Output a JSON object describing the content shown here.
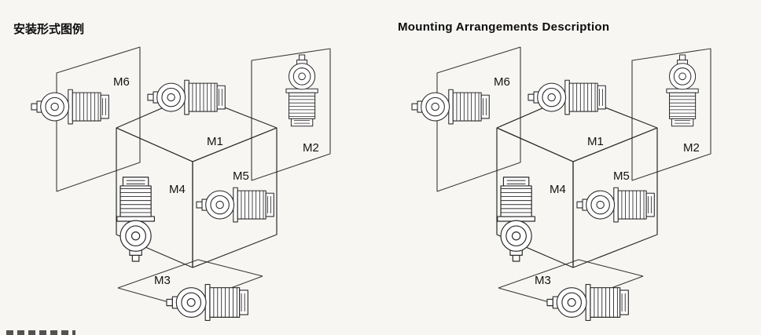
{
  "canvas": {
    "background": "#f7f6f2",
    "line_color": "#2b2b2b",
    "label_color": "#141414"
  },
  "left_panel": {
    "title": "安装形式图例",
    "labels": {
      "m1": "M1",
      "m2": "M2",
      "m3": "M3",
      "m4": "M4",
      "m5": "M5",
      "m6": "M6"
    }
  },
  "right_panel": {
    "title": "Mounting Arrangements Description",
    "labels": {
      "m1": "M1",
      "m2": "M2",
      "m3": "M3",
      "m4": "M4",
      "m5": "M5",
      "m6": "M6"
    }
  }
}
